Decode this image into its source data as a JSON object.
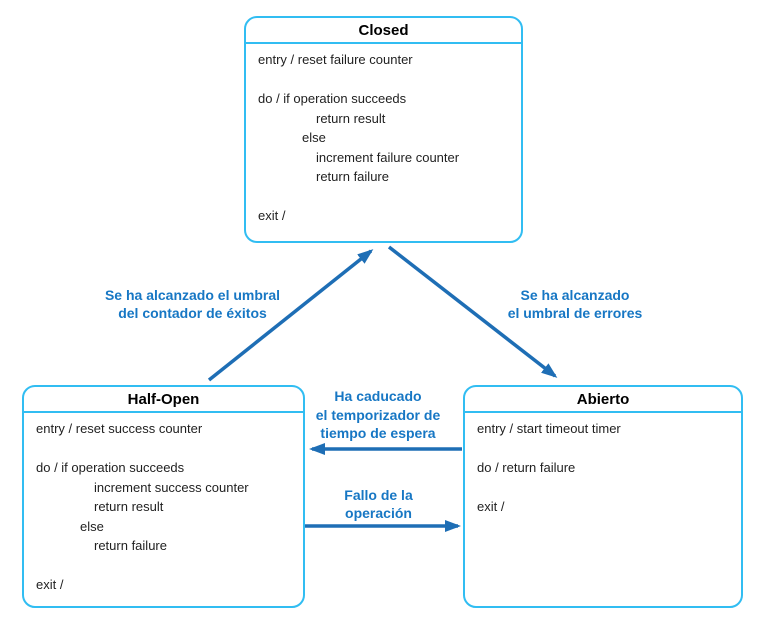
{
  "colors": {
    "box_border": "#31BDF2",
    "arrow": "#1E6EB5",
    "label_text": "#1777C4",
    "state_text": "#1F1F1F",
    "title_text": "#000000",
    "background": "#FFFFFF"
  },
  "states": [
    {
      "id": "closed",
      "title": "Closed",
      "lines": [
        {
          "text": "entry / reset failure counter",
          "indent": 0
        },
        {
          "text": "",
          "indent": 0
        },
        {
          "text": "do / if operation succeeds",
          "indent": 0
        },
        {
          "text": "return result",
          "indent": 2
        },
        {
          "text": "else",
          "indent": 1
        },
        {
          "text": "increment failure counter",
          "indent": 2
        },
        {
          "text": "return failure",
          "indent": 2
        },
        {
          "text": "",
          "indent": 0
        },
        {
          "text": "exit /",
          "indent": 0
        }
      ]
    },
    {
      "id": "half-open",
      "title": "Half-Open",
      "lines": [
        {
          "text": "entry / reset success counter",
          "indent": 0
        },
        {
          "text": "",
          "indent": 0
        },
        {
          "text": "do / if operation succeeds",
          "indent": 0
        },
        {
          "text": "increment success counter",
          "indent": 2
        },
        {
          "text": "return result",
          "indent": 2
        },
        {
          "text": "else",
          "indent": 1
        },
        {
          "text": "return failure",
          "indent": 2
        },
        {
          "text": "",
          "indent": 0
        },
        {
          "text": "exit /",
          "indent": 0
        }
      ]
    },
    {
      "id": "abierto",
      "title": "Abierto",
      "lines": [
        {
          "text": "entry / start timeout timer",
          "indent": 0
        },
        {
          "text": "",
          "indent": 0
        },
        {
          "text": "do / return failure",
          "indent": 0
        },
        {
          "text": "",
          "indent": 0
        },
        {
          "text": "exit /",
          "indent": 0
        }
      ]
    }
  ],
  "transitions": [
    {
      "name": "halfopen-to-closed",
      "label": [
        "Se ha alcanzado el umbral",
        "del contador de éxitos"
      ]
    },
    {
      "name": "closed-to-abierto",
      "label": [
        "Se ha alcanzado",
        "el umbral de errores"
      ]
    },
    {
      "name": "abierto-to-halfopen",
      "label": [
        "Ha caducado",
        "el temporizador de",
        "tiempo de espera"
      ]
    },
    {
      "name": "halfopen-to-abierto",
      "label": [
        "Fallo de la",
        "operación"
      ]
    }
  ]
}
